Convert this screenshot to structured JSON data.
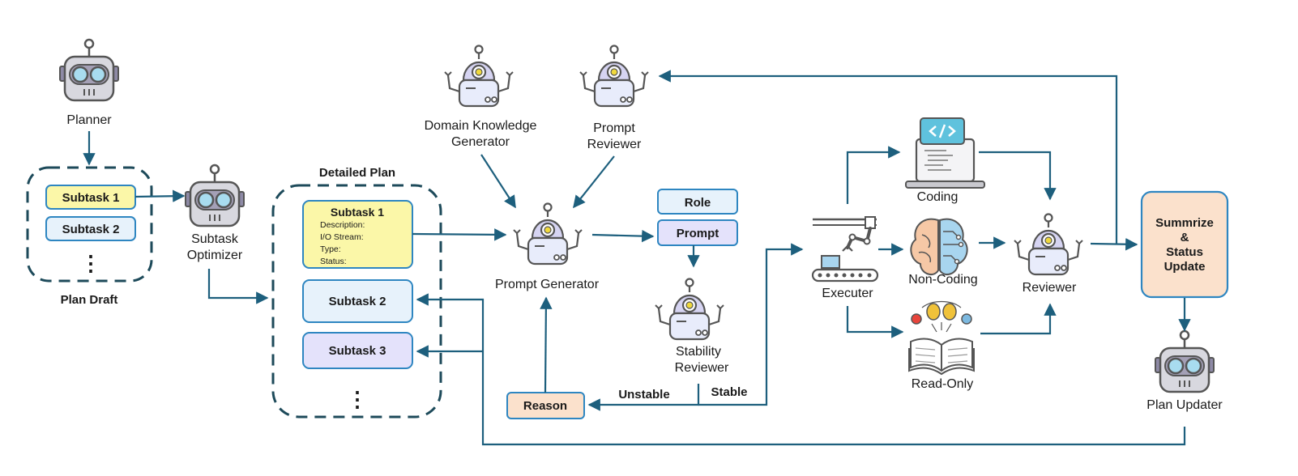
{
  "agents": {
    "planner": "Planner",
    "subtask_optimizer": [
      "Subtask",
      "Optimizer"
    ],
    "domain_knowledge_generator": [
      "Domain Knowledge",
      "Generator"
    ],
    "prompt_reviewer": [
      "Prompt",
      "Reviewer"
    ],
    "prompt_generator": "Prompt Generator",
    "stability_reviewer": [
      "Stability",
      "Reviewer"
    ],
    "executer": "Executer",
    "reviewer": "Reviewer",
    "plan_updater": "Plan Updater"
  },
  "plan_draft": {
    "title": "Plan Draft",
    "items": [
      "Subtask 1",
      "Subtask 2"
    ],
    "ellipsis": "⋮"
  },
  "detailed_plan": {
    "title": "Detailed Plan",
    "subtask1": {
      "title": "Subtask 1",
      "fields": [
        "Description:",
        "I/O Stream:",
        "Type:",
        "Status:"
      ]
    },
    "subtask2": "Subtask 2",
    "subtask3": "Subtask 3",
    "ellipsis": "⋮"
  },
  "role_box": "Role",
  "prompt_box": "Prompt",
  "reason_box": "Reason",
  "edge_labels": {
    "unstable": "Unstable",
    "stable": "Stable"
  },
  "task_types": {
    "coding": "Coding",
    "non_coding": "Non-Coding",
    "read_only": "Read-Only"
  },
  "summary_box": [
    "Summrize",
    "&",
    "Status",
    "Update"
  ],
  "icons": {
    "coding": "code-laptop-icon",
    "non_coding": "brain-circuit-icon",
    "read_only": "open-book-icon",
    "executer": "robotic-arm-conveyor-icon"
  },
  "colors": {
    "flow_arrow": "#1d5f7d",
    "subtask_highlight": "#fbf7a8",
    "subtask_light_blue": "#e7f2fb",
    "subtask_lavender": "#e4e2fb",
    "reason_orange": "#fbe1cc",
    "summary_orange": "#fbe1cc",
    "box_border": "#2e86c1"
  }
}
